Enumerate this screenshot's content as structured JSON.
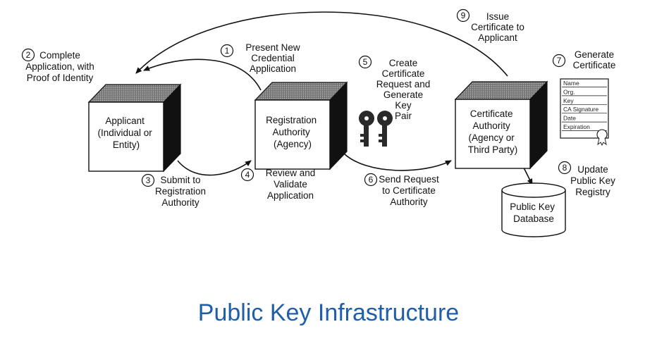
{
  "title": "Public Key Infrastructure",
  "entities": {
    "applicant": [
      "Applicant",
      "(Individual or",
      "Entity)"
    ],
    "ra": [
      "Registration",
      "Authority",
      "(Agency)"
    ],
    "ca": [
      "Certificate",
      "Authority",
      "(Agency or",
      "Third Party)"
    ],
    "database": [
      "Public Key",
      "Database"
    ]
  },
  "steps": [
    {
      "num": "1",
      "lines": [
        "Present New",
        "Credential",
        "Application"
      ]
    },
    {
      "num": "2",
      "lines": [
        "Complete",
        "Application, with",
        "Proof of Identity"
      ]
    },
    {
      "num": "3",
      "lines": [
        "Submit to",
        "Registration",
        "Authority"
      ]
    },
    {
      "num": "4",
      "lines": [
        "Review and",
        "Validate",
        "Application"
      ]
    },
    {
      "num": "5",
      "lines": [
        "Create",
        "Certificate",
        "Request and",
        "Generate",
        "Key",
        "Pair"
      ]
    },
    {
      "num": "6",
      "lines": [
        "Send Request",
        "to Certificate",
        "Authority"
      ]
    },
    {
      "num": "7",
      "lines": [
        "Generate",
        "Certificate"
      ]
    },
    {
      "num": "8",
      "lines": [
        "Update",
        "Public Key",
        "Registry"
      ]
    },
    {
      "num": "9",
      "lines": [
        "Issue",
        "Certificate to",
        "Applicant"
      ]
    }
  ],
  "certificate_fields": [
    "Name",
    "Org.",
    "Key",
    "CA Signature",
    "Date",
    "Expiration"
  ],
  "colors": {
    "title": "#1f5fa8",
    "box_front": "#ffffff",
    "box_side": "#111111",
    "box_top": "#555555"
  }
}
